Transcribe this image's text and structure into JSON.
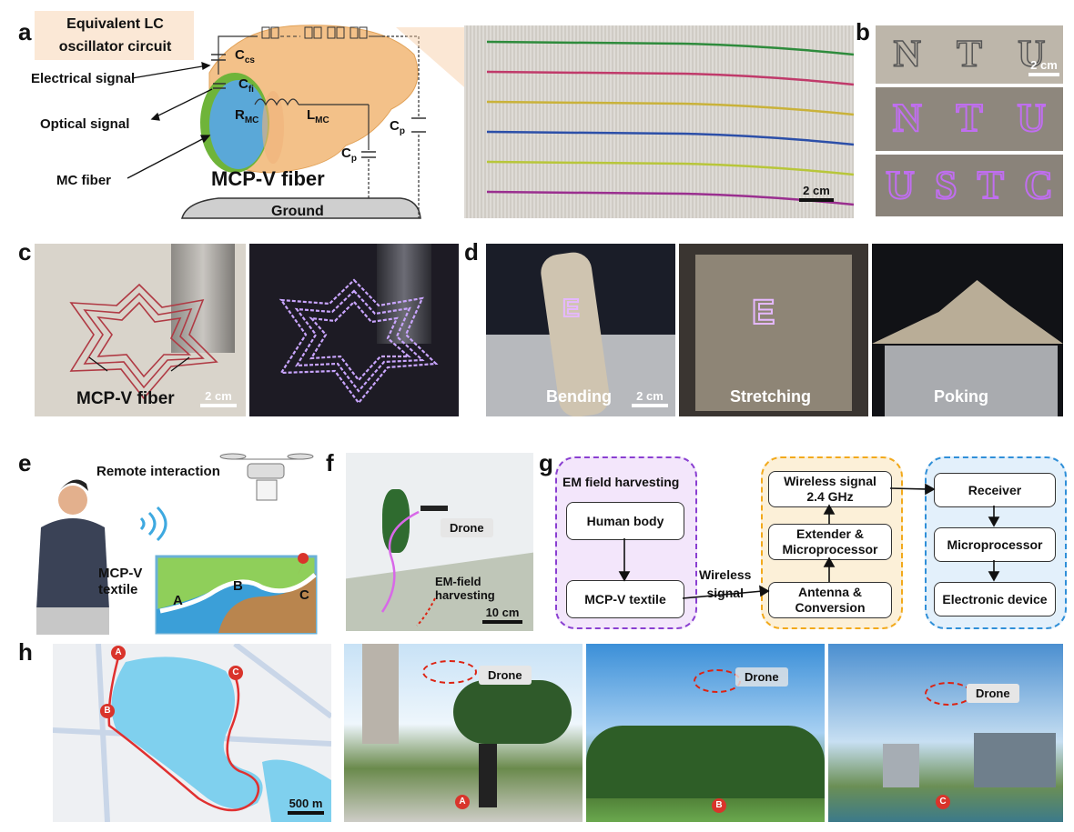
{
  "panels": {
    "a": "a",
    "b": "b",
    "c": "c",
    "d": "d",
    "e": "e",
    "f": "f",
    "g": "g",
    "h": "h"
  },
  "a": {
    "circuit_title": "Equivalent LC oscillator circuit",
    "electrical_signal": "Electrical signal",
    "optical_signal": "Optical signal",
    "mc_fiber": "MC fiber",
    "fiber_name": "MCP-V fiber",
    "ground": "Ground",
    "c_cs": "C",
    "c_cs_sub": "cs",
    "c_fi": "C",
    "c_fi_sub": "fi",
    "r_mc": "R",
    "r_mc_sub": "MC",
    "l_mc": "L",
    "l_mc_sub": "MC",
    "c_p1": "C",
    "c_p1_sub": "p",
    "c_p2": "C",
    "c_p2_sub": "p",
    "scale": "2 cm",
    "fiber_colors": [
      "#2e8b3c",
      "#c03a6a",
      "#c9b23a",
      "#2c4fa8",
      "#b8c63a",
      "#9a2f8f"
    ]
  },
  "b": {
    "row1": [
      "N",
      "T",
      "U"
    ],
    "row2": [
      "N",
      "T",
      "U"
    ],
    "row3": [
      "U",
      "S",
      "T",
      "C"
    ],
    "scale": "2 cm"
  },
  "c": {
    "fiber_label": "MCP-V fiber",
    "scale": "2 cm"
  },
  "d": {
    "bending": "Bending",
    "stretching": "Stretching",
    "poking": "Poking",
    "scale": "2 cm"
  },
  "e": {
    "remote": "Remote interaction",
    "textile": "MCP-V\ntextile",
    "point_a": "A",
    "point_b": "B",
    "point_c": "C"
  },
  "f": {
    "drone": "Drone",
    "em": "EM-field\nharvesting",
    "scale": "10 cm"
  },
  "g": {
    "em_title": "EM field harvesting",
    "human_body": "Human body",
    "textile": "MCP-V textile",
    "wireless_signal": "Wireless\nsignal",
    "antenna": "Antenna &\nConversion",
    "extender": "Extender &\nMicroprocessor",
    "wireless_24": "Wireless signal\n2.4 GHz",
    "receiver": "Receiver",
    "microprocessor": "Microprocessor",
    "electronic": "Electronic device",
    "colors": {
      "purple": "#8a3fd1",
      "orange": "#f2a91b",
      "blue": "#2f8fd8"
    }
  },
  "h": {
    "scale": "500 m",
    "marker_a": "A",
    "marker_b": "B",
    "marker_c": "C",
    "drone1": "Drone",
    "drone2": "Drone",
    "drone3": "Drone"
  }
}
